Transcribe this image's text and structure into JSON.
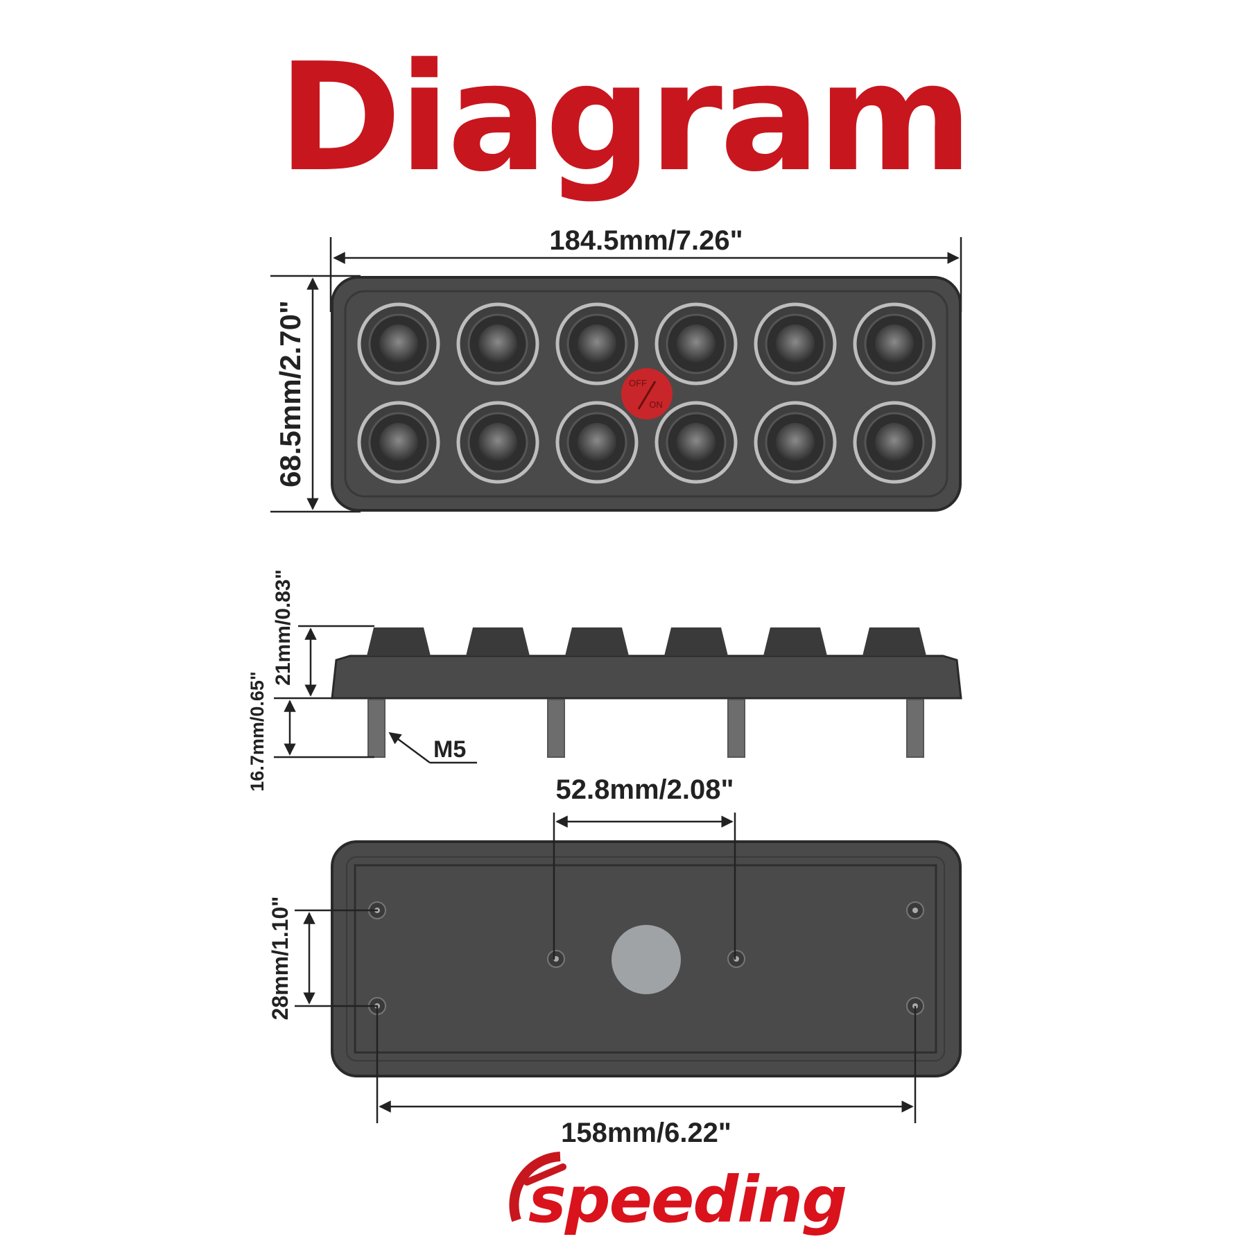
{
  "title": "Diagram",
  "top_view": {
    "width_label": "184.5mm/7.26\"",
    "height_label": "68.5mm/2.70\"",
    "switch_count": 12,
    "power_button_text_off": "OFF",
    "power_button_text_on": "ON"
  },
  "side_view": {
    "height_label": "21mm/0.83\"",
    "stud_length_label": "16.7mm/0.65\"",
    "thread_label": "M5"
  },
  "bottom_view": {
    "center_hole_spacing_label": "52.8mm/2.08\"",
    "vertical_hole_spacing_label": "28mm/1.10\"",
    "horizontal_hole_spacing_label": "158mm/6.22\""
  },
  "logo": {
    "text": "speeding"
  },
  "colors": {
    "brand_red": "#c8161e",
    "body": "#4a4a4a",
    "background": "#ffffff"
  }
}
